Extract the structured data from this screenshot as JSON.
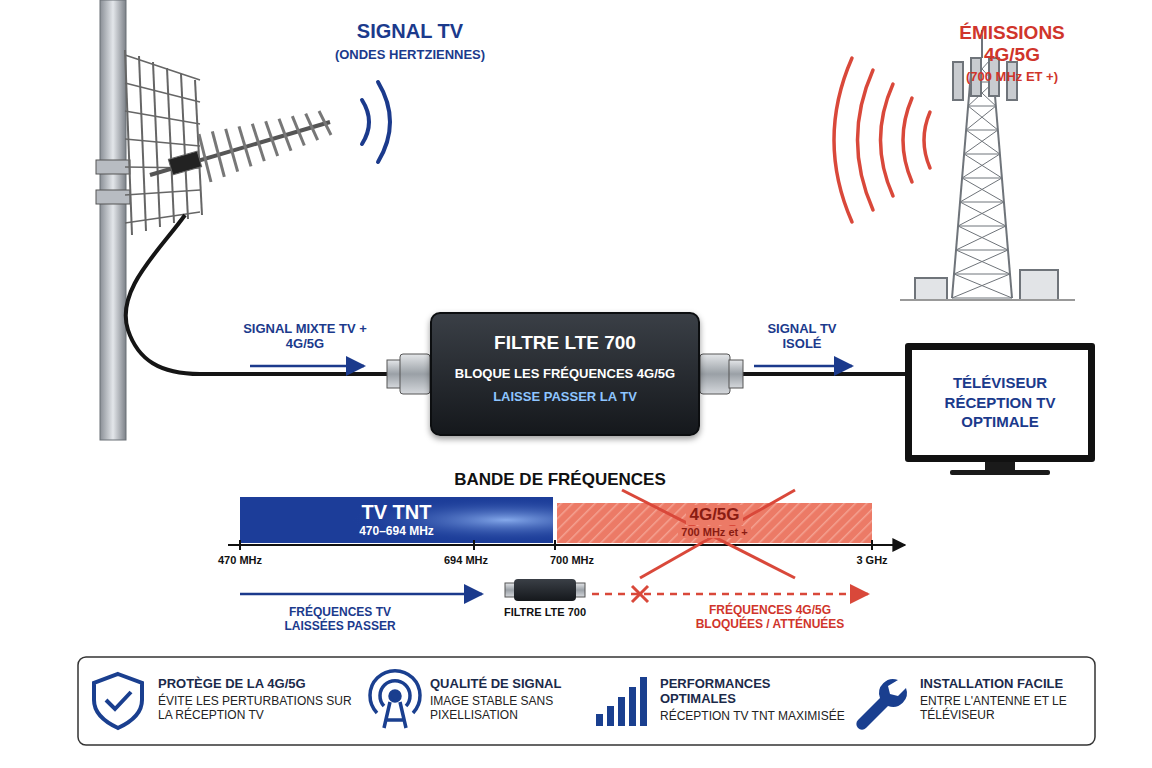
{
  "diagram": {
    "nodes": [
      {
        "text": [
          "FILTRE LTE 700",
          "BLOQUE LES FRÉQUENCES 4G/5G",
          "LAISSE PASSER LA TV"
        ]
      },
      {
        "text": [
          "TÉLÉVISEUR RÉCEPTION TV OPTIMALE"
        ]
      },
      {
        "text": [
          "TV TNT",
          "470–694 MHz"
        ]
      },
      {
        "text": [
          "4G/5G",
          "700 MHz et +"
        ]
      },
      {
        "text": [
          "PROTÈGE DE LA 4G/5G",
          "ÉVITE LES PERTURBATIONS SUR LA RÉCEPTION TV"
        ]
      },
      {
        "text": [
          "QUALITÉ DE SIGNAL",
          "IMAGE STABLE SANS PIXELLISATION"
        ]
      },
      {
        "text": [
          "PERFORMANCES OPTIMALES",
          "RÉCEPTION TV TNT MAXIMISÉE"
        ]
      },
      {
        "text": [
          "INSTALLATION FACILE",
          "ENTRE L'ANTENNE ET LE TÉLÉVISEUR"
        ]
      }
    ],
    "edges": [
      {
        "from": 0,
        "to": 1,
        "arrow": "none"
      }
    ],
    "labels": [
      "SIGNAL TV",
      "(ONDES HERTZIENNES)",
      "ÉMISSIONS 4G/5G",
      "(700 MHz ET +)",
      "SIGNAL MIXTE TV + 4G/5G",
      "SIGNAL TV ISOLÉ",
      "BANDE DE FRÉQUENCES",
      "470 MHz",
      "694 MHz",
      "700 MHz",
      "3 GHz",
      "FRÉQUENCES TV LAISSÉES PASSER",
      "FILTRE LTE 700",
      "FRÉQUENCES 4G/5G BLOQUÉES / ATTÉNUÉES"
    ]
  }
}
